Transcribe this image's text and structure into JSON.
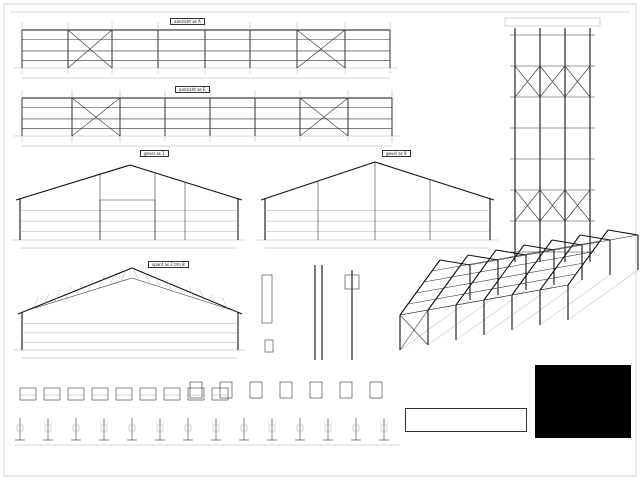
{
  "sheet": {
    "views": {
      "elevation_a": "aanzicht as A",
      "elevation_e": "aanzicht as E",
      "gable_1": "gevel as 1",
      "gable_9": "gevel as 9",
      "frame": "spant as 2 t/m 8"
    },
    "colors": {
      "lines": "#333333",
      "title_block": "#000000"
    }
  }
}
